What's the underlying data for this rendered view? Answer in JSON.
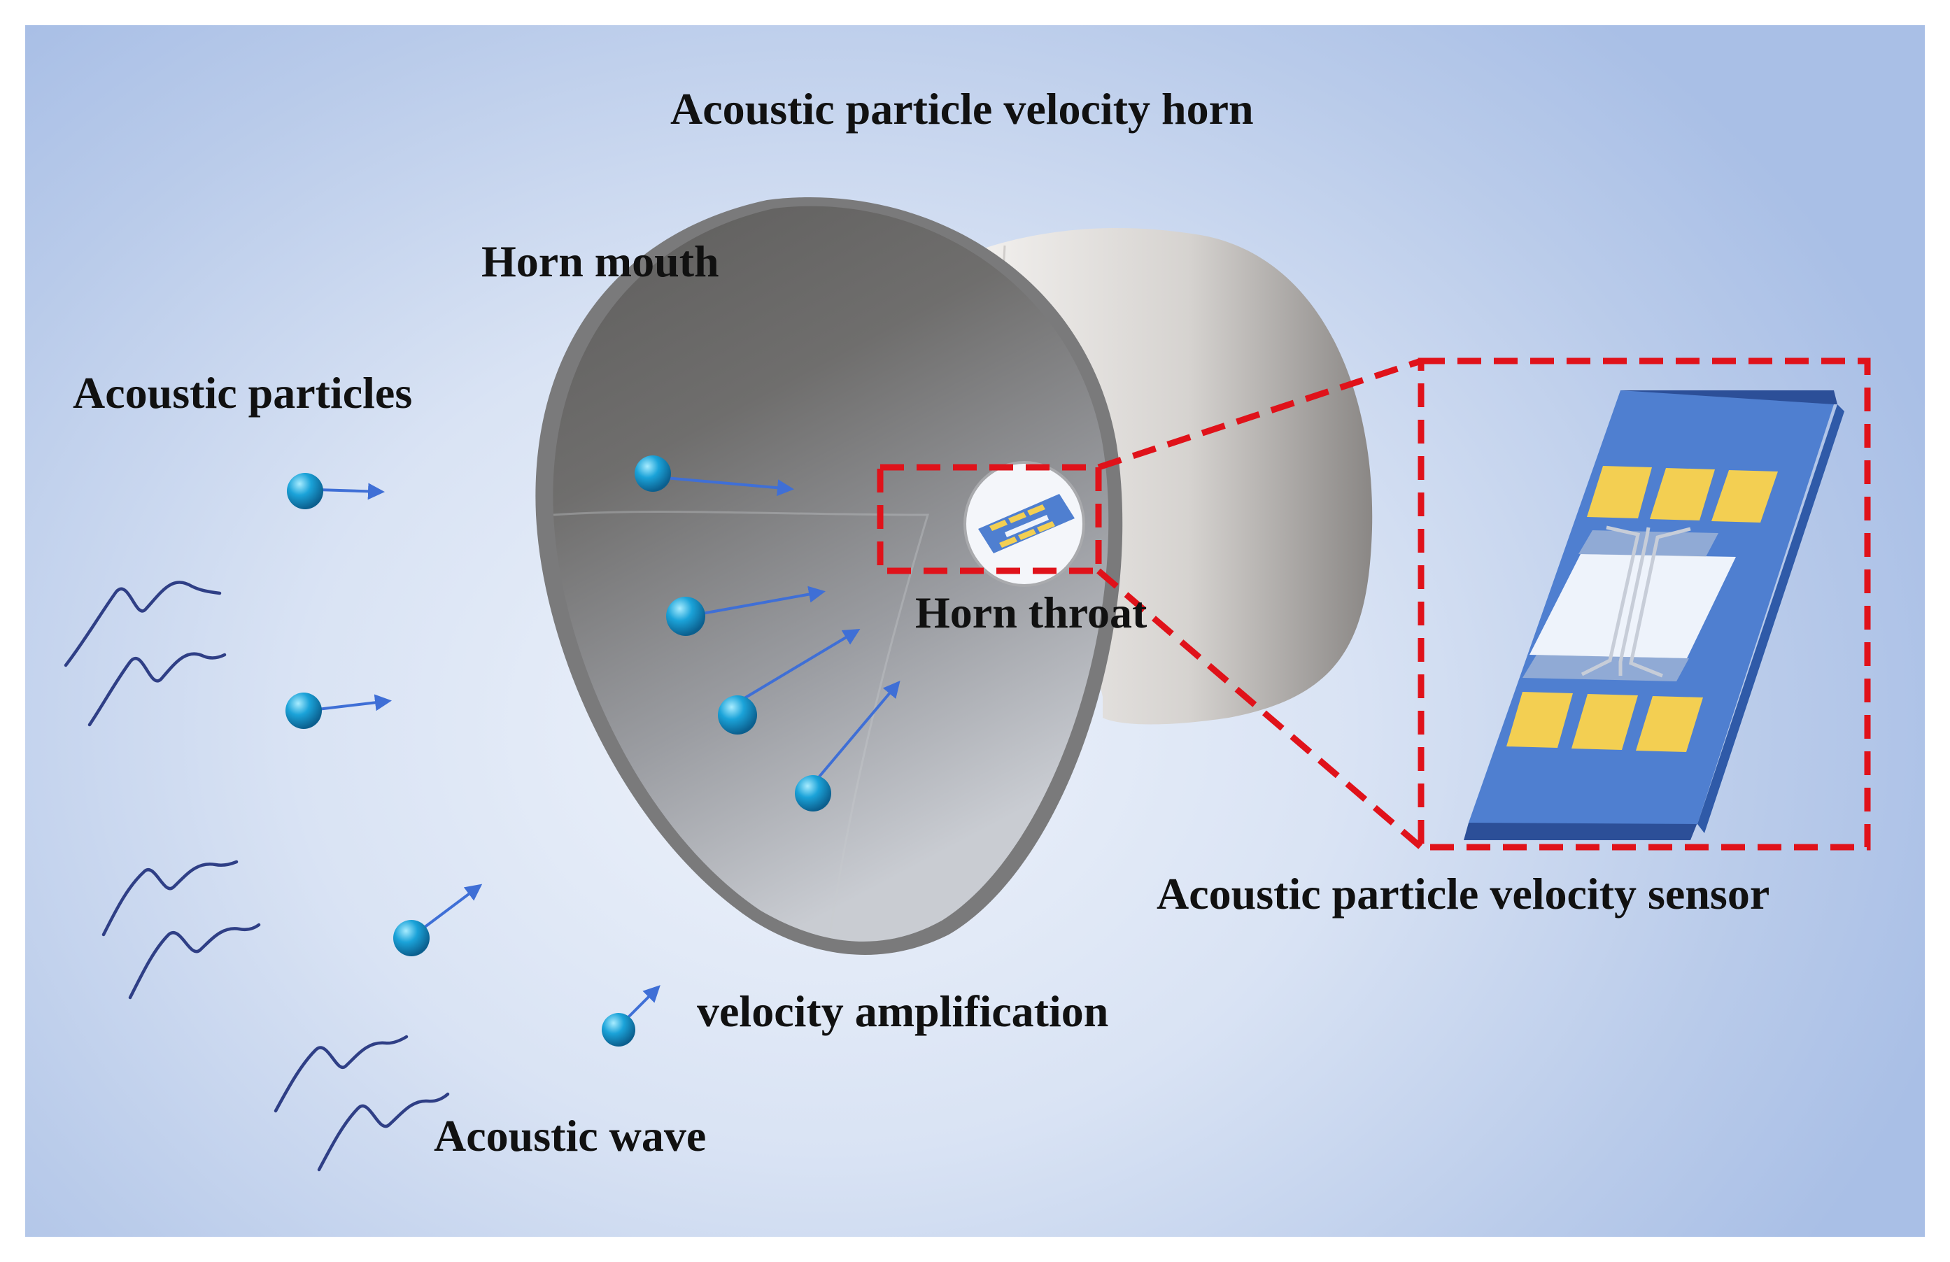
{
  "labels": {
    "title": "Acoustic particle velocity horn",
    "horn_mouth": "Horn mouth",
    "acoustic_particles": "Acoustic particles",
    "horn_throat": "Horn throat",
    "sensor": "Acoustic particle velocity sensor",
    "velocity_amplification": "velocity amplification",
    "acoustic_wave": "Acoustic wave"
  },
  "colors": {
    "particle": "#1ba3d9",
    "arrow": "#3f6fd6",
    "wave": "#2f3f86",
    "zoom_box": "#e0121a",
    "sensor_substrate": "#4f7fd0",
    "sensor_pad": "#f3cf52"
  }
}
